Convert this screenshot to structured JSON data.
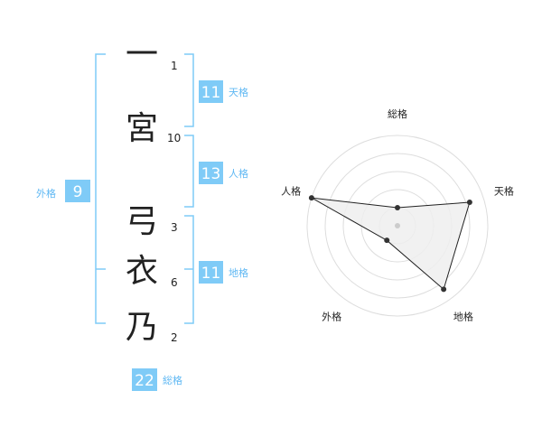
{
  "name": {
    "chars": [
      {
        "char": "一",
        "strokes": "1"
      },
      {
        "char": "宮",
        "strokes": "10"
      },
      {
        "char": "弓",
        "strokes": "3"
      },
      {
        "char": "衣",
        "strokes": "6"
      },
      {
        "char": "乃",
        "strokes": "2"
      }
    ]
  },
  "fortunes": {
    "tenkaku": {
      "label": "天格",
      "value": "11"
    },
    "jinkaku": {
      "label": "人格",
      "value": "13"
    },
    "chikaku": {
      "label": "地格",
      "value": "11"
    },
    "gaikaku": {
      "label": "外格",
      "value": "9"
    },
    "soukaku": {
      "label": "総格",
      "value": "22"
    }
  },
  "colors": {
    "accent": "#7fcbf7",
    "bracket": "#7fcbf7",
    "text": "#222222",
    "radar_fill": "#eeeeee",
    "ring": "#dddddd"
  },
  "chart_data": {
    "type": "radar",
    "axes": [
      "総格",
      "天格",
      "地格",
      "外格",
      "人格"
    ],
    "values": [
      0.2,
      0.84,
      0.87,
      0.2,
      1.0
    ],
    "range": [
      0,
      1
    ],
    "rings": 5
  }
}
